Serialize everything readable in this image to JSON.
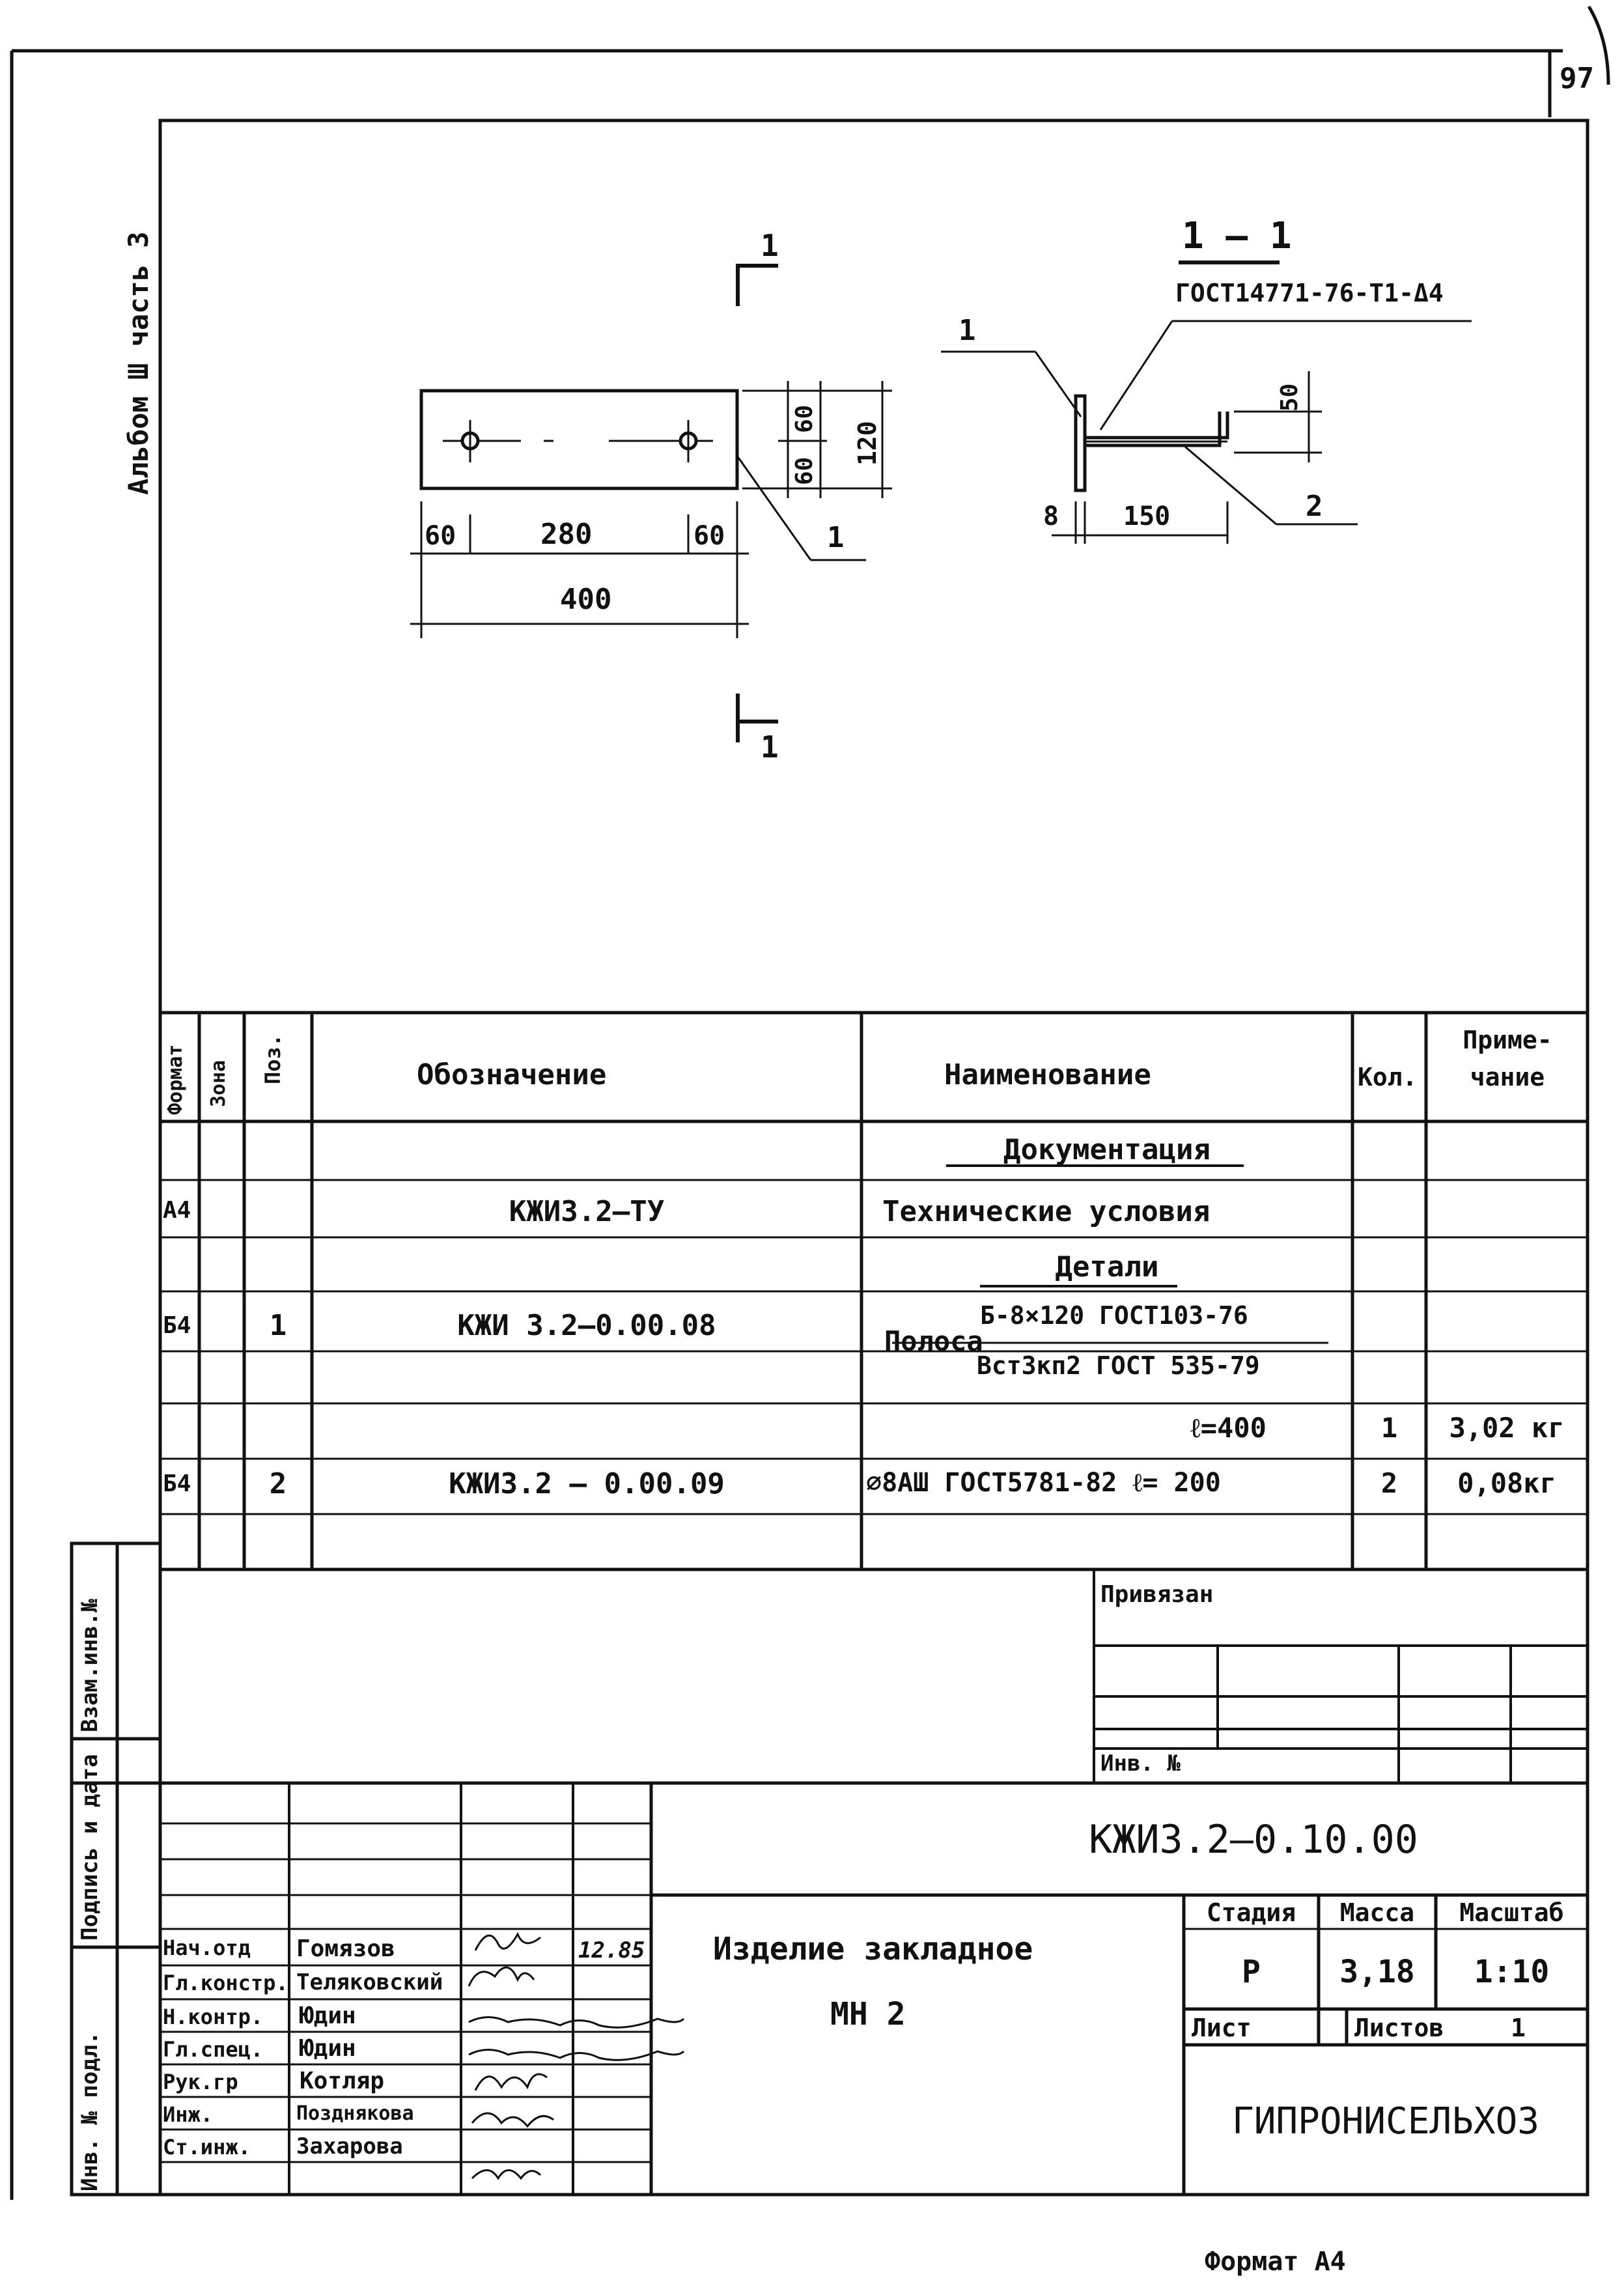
{
  "page_number": "97",
  "album_label": "Альбом Ш часть 3",
  "drawing": {
    "section_mark_top": "1",
    "section_mark_bottom": "1",
    "section_title": "1 – 1",
    "weld_code": "ГОСТ14771-76-Т1-Δ4",
    "plate_dims": {
      "left": "60",
      "middle": "280",
      "right": "60",
      "overall": "400",
      "h1": "60",
      "h2": "60",
      "h_total": "120"
    },
    "section_dims": {
      "thickness": "8",
      "length": "150",
      "height": "50"
    },
    "callout_1_plan": "1",
    "callout_1_section": "1",
    "callout_2_section": "2"
  },
  "spec_table": {
    "headers": {
      "format": "Формат",
      "zone": "Зона",
      "pos": "Поз.",
      "designation": "Обозначение",
      "name": "Наименование",
      "qty": "Кол.",
      "note_l1": "Приме-",
      "note_l2": "чание"
    },
    "rows": [
      {
        "format": "",
        "pos": "",
        "designation": "",
        "name": "Документация",
        "qty": "",
        "note": ""
      },
      {
        "format": "А4",
        "pos": "",
        "designation": "КЖИ3.2–ТУ",
        "name": "Технические условия",
        "qty": "",
        "note": ""
      },
      {
        "format": "",
        "pos": "",
        "designation": "",
        "name": "Детали",
        "qty": "",
        "note": ""
      },
      {
        "format": "Б4",
        "pos": "1",
        "designation": "КЖИ 3.2–0.00.08",
        "name_prefix": "Полоса",
        "name_top": "Б-8×120 ГОСТ103-76",
        "name_bottom": "Вст3кп2 ГОСТ 535-79",
        "qty": "",
        "note": ""
      },
      {
        "format": "",
        "pos": "",
        "designation": "",
        "name": "ℓ=400",
        "qty": "1",
        "note": "3,02 кг"
      },
      {
        "format": "Б4",
        "pos": "2",
        "designation": "КЖИ3.2 – 0.00.09",
        "name": "⌀8АШ ГОСТ5781-82  ℓ= 200",
        "qty": "2",
        "note": "0,08кг"
      }
    ]
  },
  "side_labels": {
    "vzam": "Взам.инв.№",
    "podpis": "Подпись и дата",
    "inv_podl": "Инв. № подл."
  },
  "privyazan": {
    "title": "Привязан",
    "inv": "Инв. №"
  },
  "title_block": {
    "code": "КЖИ3.2–0.10.00",
    "product_l1": "Изделие закладное",
    "product_l2": "МН 2",
    "stage_label": "Стадия",
    "mass_label": "Масса",
    "scale_label": "Масштаб",
    "stage": "Р",
    "mass": "3,18",
    "scale": "1:10",
    "sheet_label": "Лист",
    "sheets_label": "Листов",
    "sheets": "1",
    "org": "ГИПРОНИСЕЛЬХОЗ",
    "date": "12.85",
    "people": [
      {
        "role": "Нач.отд",
        "name": "Гомязов"
      },
      {
        "role": "Гл.констр.",
        "name": "Теляковский"
      },
      {
        "role": "Н.контр.",
        "name": "Юдин"
      },
      {
        "role": "Гл.спец.",
        "name": "Юдин"
      },
      {
        "role": "Рук.гр",
        "name": "Котляр"
      },
      {
        "role": "Инж.",
        "name": "Позднякова"
      },
      {
        "role": "Ст.инж.",
        "name": "Захарова"
      }
    ]
  },
  "format_footer": "Формат А4"
}
